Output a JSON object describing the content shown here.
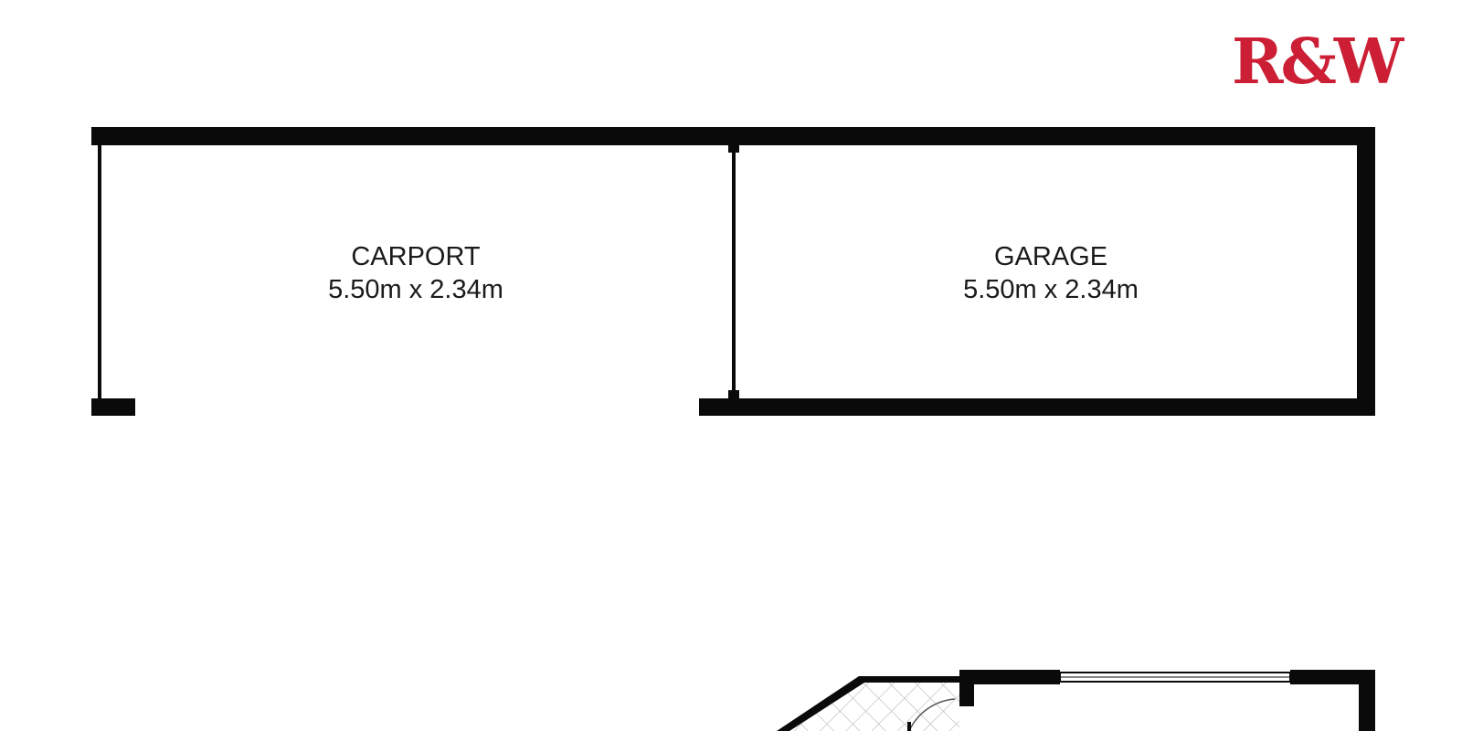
{
  "brand": {
    "logo_text": "R&W",
    "color": "#cc1f36"
  },
  "wall_color": "#0a0a0a",
  "rooms": [
    {
      "id": "carport",
      "name": "CARPORT",
      "dimensions": "5.50m x 2.34m"
    },
    {
      "id": "garage",
      "name": "GARAGE",
      "dimensions": "5.50m x 2.34m"
    }
  ]
}
